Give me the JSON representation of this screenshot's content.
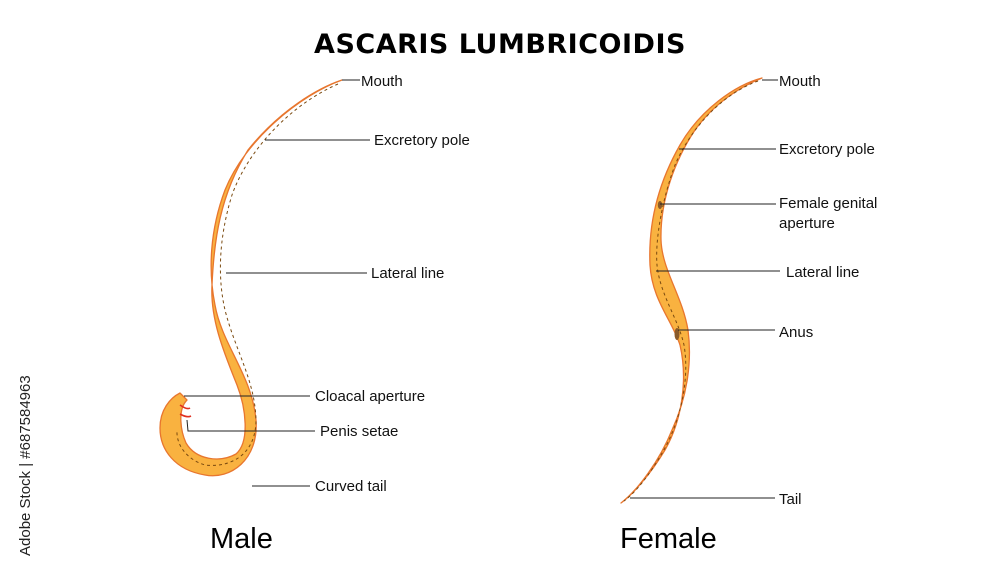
{
  "title": "ASCARIS LUMBRICOIDIS",
  "male": {
    "caption": "Male",
    "labels": {
      "mouth": "Mouth",
      "excretory_pole": "Excretory pole",
      "lateral_line": "Lateral line",
      "cloacal_aperture": "Cloacal aperture",
      "penis_setae": "Penis setae",
      "curved_tail": "Curved tail"
    }
  },
  "female": {
    "caption": "Female",
    "labels": {
      "mouth": "Mouth",
      "excretory_pole": "Excretory pole",
      "genital_aperture_line1": "Female genital",
      "genital_aperture_line2": "aperture",
      "lateral_line": "Lateral line",
      "anus": "Anus",
      "tail": "Tail"
    }
  },
  "watermark": "Adobe Stock | #687584963",
  "colors": {
    "body_fill": "#F9B240",
    "body_outline": "#E8762E",
    "setae": "#E03020",
    "aperture_marks": "#8a5a2a"
  }
}
